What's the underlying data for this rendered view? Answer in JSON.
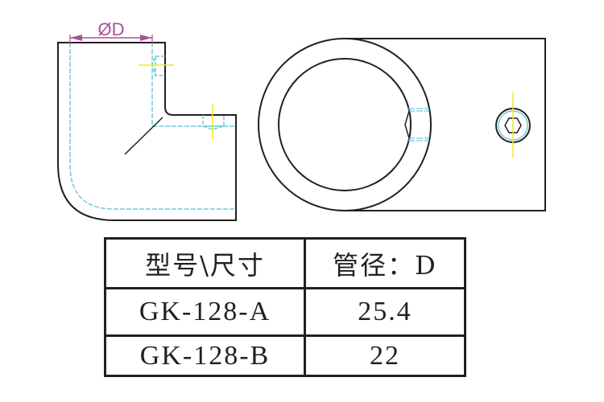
{
  "drawing": {
    "dimension_label": "ØD",
    "colors": {
      "outline": "#231f20",
      "hidden": "#6fcbdc",
      "center": "#f5e61c",
      "dimension": "#a9519b"
    }
  },
  "table": {
    "headers": [
      "型号\\尺寸",
      "管径：D"
    ],
    "rows": [
      {
        "model": "GK-128-A",
        "diameter": "25.4"
      },
      {
        "model": "GK-128-B",
        "diameter": "22"
      }
    ]
  }
}
